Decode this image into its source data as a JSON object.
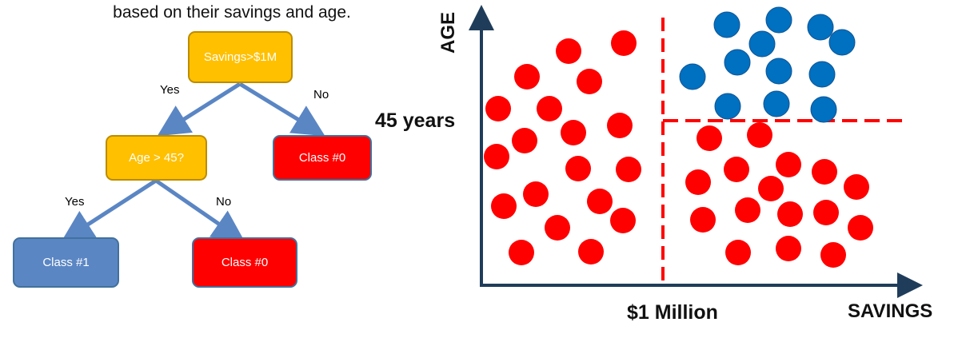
{
  "caption": "based on their savings and age.",
  "tree": {
    "root": "Savings>$1M",
    "root_yes_label": "Yes",
    "root_no_label": "No",
    "mid": "Age > 45?",
    "mid_yes_label": "Yes",
    "mid_no_label": "No",
    "leaf_right_top": "Class #0",
    "leaf_left": "Class #1",
    "leaf_right": "Class #0"
  },
  "scatter": {
    "y_axis_label": "AGE",
    "x_axis_label": "SAVINGS",
    "age_threshold_label": "45 years",
    "savings_threshold_label": "$1 Million"
  },
  "colors": {
    "red": "#ff0000",
    "blue": "#0070c0",
    "yellow": "#ffc000",
    "axis": "#1f3d5a",
    "arrow": "#5b86c4"
  }
}
